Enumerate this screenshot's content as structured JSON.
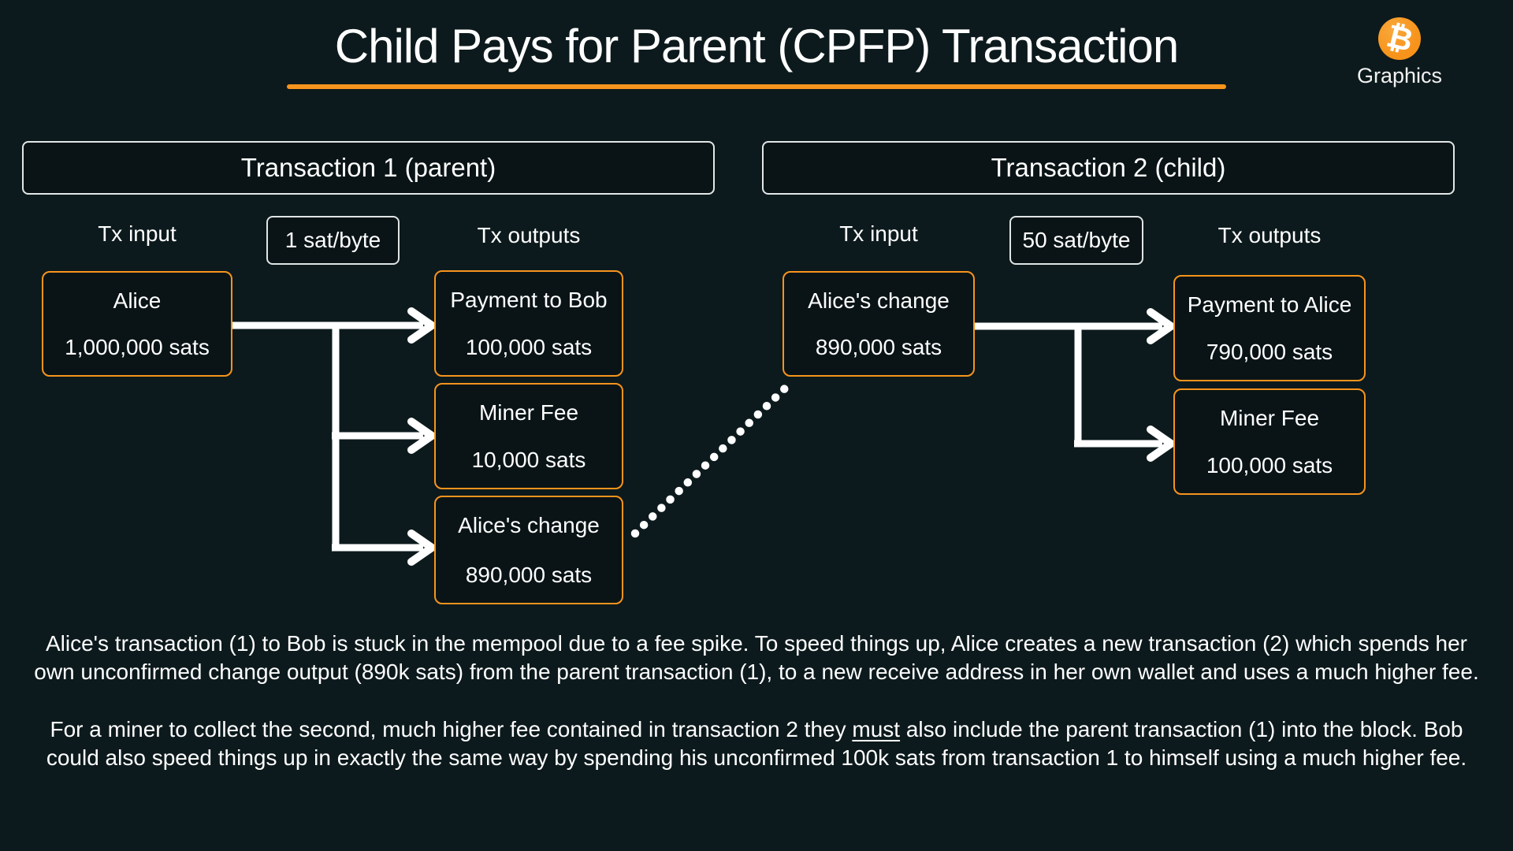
{
  "title": "Child Pays for Parent (CPFP) Transaction",
  "brand": {
    "bitcoin_symbol": "₿",
    "name": "Graphics"
  },
  "colors": {
    "background": "#0d1a1d",
    "node_fill": "#0a1416",
    "accent_orange": "#f7941d",
    "bitcoin_orange": "#f7931a",
    "light_border": "#e3e7e7",
    "text": "#ffffff"
  },
  "tx1": {
    "header": "Transaction 1 (parent)",
    "input_label": "Tx input",
    "fee_rate": "1 sat/byte",
    "outputs_label": "Tx outputs",
    "input": {
      "name": "Alice",
      "amount": "1,000,000 sats"
    },
    "outputs": [
      {
        "name": "Payment to Bob",
        "amount": "100,000 sats"
      },
      {
        "name": "Miner Fee",
        "amount": "10,000 sats"
      },
      {
        "name": "Alice's change",
        "amount": "890,000 sats"
      }
    ]
  },
  "tx2": {
    "header": "Transaction 2 (child)",
    "input_label": "Tx input",
    "fee_rate": "50 sat/byte",
    "outputs_label": "Tx outputs",
    "input": {
      "name": "Alice's change",
      "amount": "890,000 sats"
    },
    "outputs": [
      {
        "name": "Payment to Alice",
        "amount": "790,000 sats"
      },
      {
        "name": "Miner Fee",
        "amount": "100,000 sats"
      }
    ]
  },
  "description": {
    "p1": "Alice's transaction (1) to Bob is stuck in the mempool due to a fee spike. To speed things up, Alice creates a new transaction (2) which spends her own unconfirmed change output (890k sats) from the parent transaction (1), to a new receive address in her own wallet and uses a much higher fee.",
    "p2_before": "For a miner to collect the second, much higher fee contained in transaction 2 they ",
    "p2_underline": "must",
    "p2_after": " also include the parent transaction (1) into the block. Bob could also speed things up in exactly the same way by spending his unconfirmed 100k sats from transaction 1 to himself using a much higher fee."
  }
}
